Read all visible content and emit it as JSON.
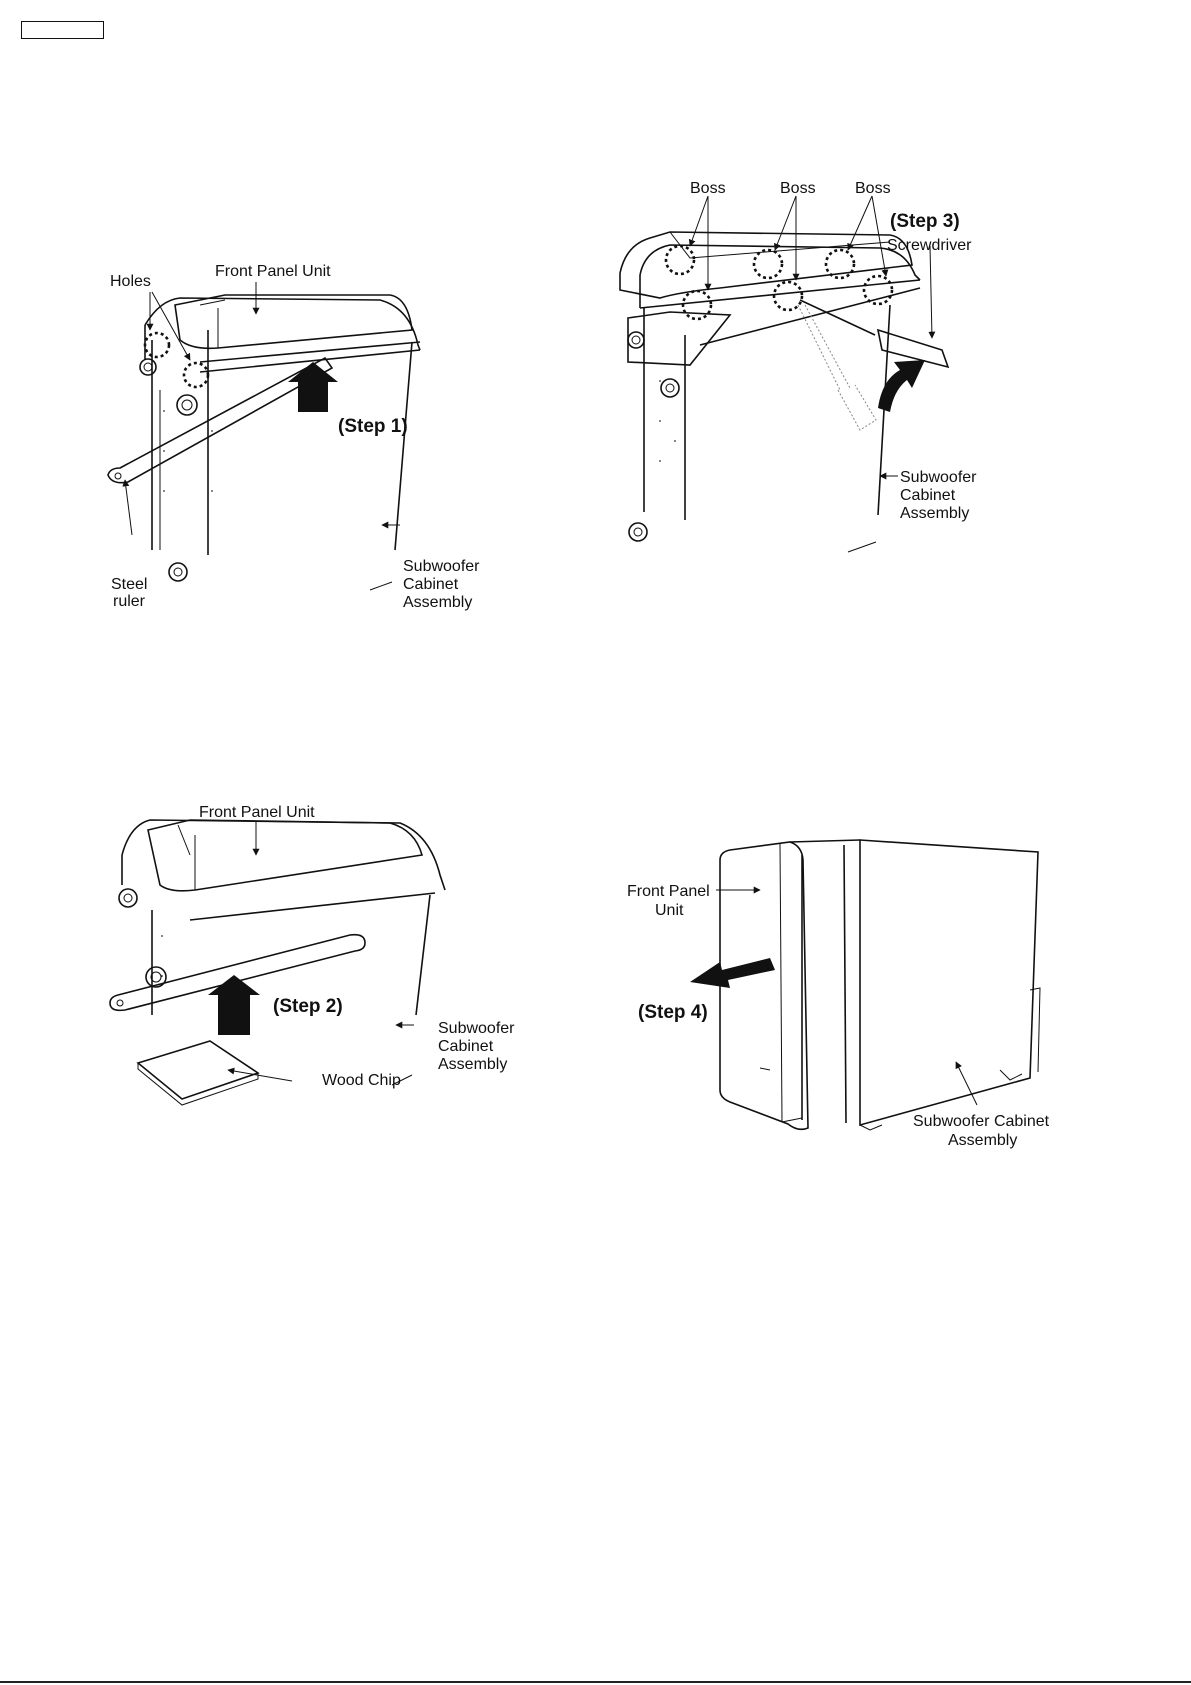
{
  "figures": {
    "step1": {
      "label_front_panel": "Front Panel Unit",
      "label_holes": "Holes",
      "label_step": "(Step 1)",
      "label_ruler_1": "Steel",
      "label_ruler_2": "ruler",
      "label_cabinet_1": "Subwoofer",
      "label_cabinet_2": "Cabinet",
      "label_cabinet_3": "Assembly"
    },
    "step3": {
      "label_boss_1": "Boss",
      "label_boss_2": "Boss",
      "label_boss_3": "Boss",
      "label_step": "(Step 3)",
      "label_screwdriver": "Screwdriver",
      "label_cabinet_1": "Subwoofer",
      "label_cabinet_2": "Cabinet",
      "label_cabinet_3": "Assembly"
    },
    "step2": {
      "label_front_panel": "Front Panel Unit",
      "label_step": "(Step 2)",
      "label_wood_chip": "Wood Chip",
      "label_cabinet_1": "Subwoofer",
      "label_cabinet_2": "Cabinet",
      "label_cabinet_3": "Assembly"
    },
    "step4": {
      "label_front_panel_1": "Front Panel",
      "label_front_panel_2": "Unit",
      "label_step": "(Step 4)",
      "label_cabinet_1": "Subwoofer Cabinet",
      "label_cabinet_2": "Assembly"
    }
  }
}
